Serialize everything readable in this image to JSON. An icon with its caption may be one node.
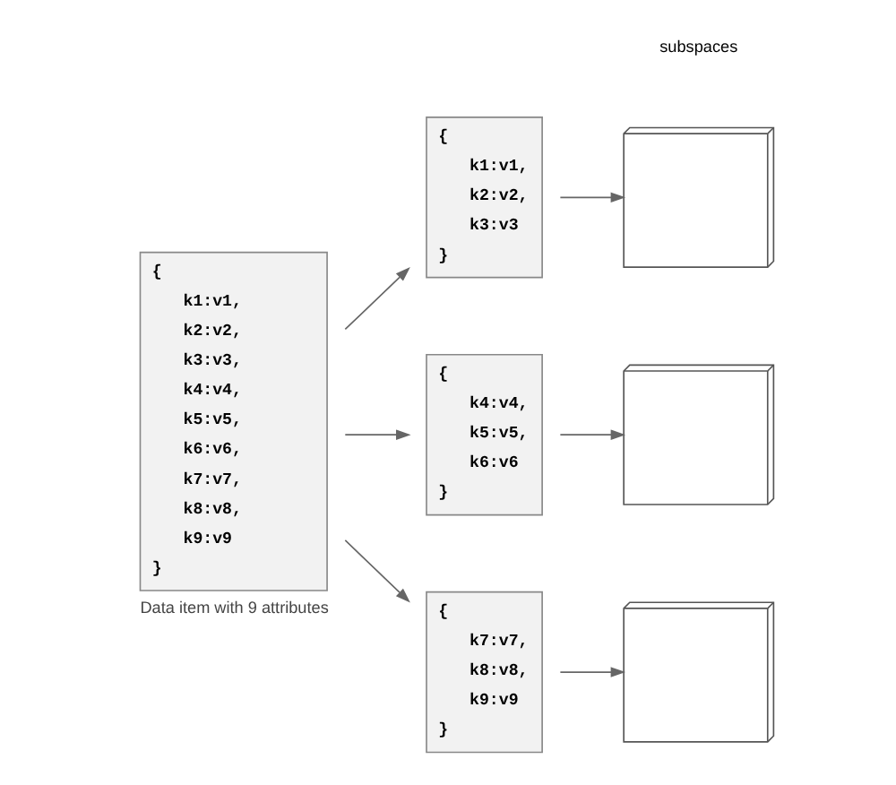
{
  "diagram": {
    "nodes": [
      {
        "text": [
          "{ k1:v1, k2:v2, k3:v3, k4:v4, k5:v5, k6:v6, k7:v7, k8:v8, k9:v9 }"
        ],
        "beside": [
          "Data item with 9 attributes"
        ]
      },
      {
        "text": [
          "{ k1:v1, k2:v2, k3:v3 }"
        ]
      },
      {
        "text": [
          "{ k4:v4, k5:v5, k6:v6 }"
        ]
      },
      {
        "text": [
          "{ k7:v7, k8:v8, k9:v9 }"
        ]
      },
      {
        "text": [],
        "shape": "picture"
      },
      {
        "text": [],
        "shape": "picture"
      },
      {
        "text": [],
        "shape": "picture"
      }
    ],
    "edges": [
      {
        "from": 0,
        "to": 1,
        "arrow": "to"
      },
      {
        "from": 0,
        "to": 2,
        "arrow": "to"
      },
      {
        "from": 0,
        "to": 3,
        "arrow": "to"
      },
      {
        "from": 1,
        "to": 4,
        "arrow": "to"
      },
      {
        "from": 2,
        "to": 5,
        "arrow": "to"
      },
      {
        "from": 3,
        "to": 6,
        "arrow": "to"
      }
    ],
    "labels": [
      "subspaces"
    ]
  }
}
